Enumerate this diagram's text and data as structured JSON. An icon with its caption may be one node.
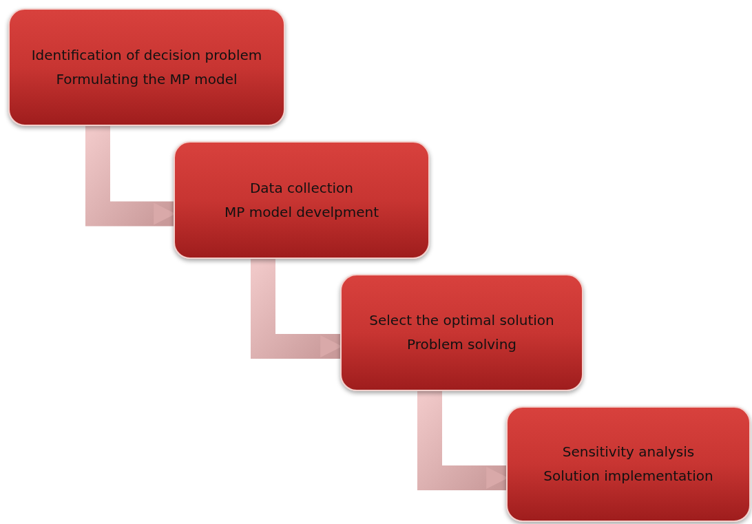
{
  "diagram": {
    "nodes": [
      {
        "text": [
          "Identification of decision problem",
          "Formulating the MP model"
        ]
      },
      {
        "text": [
          "Data collection",
          "MP model develpment"
        ]
      },
      {
        "text": [
          "Select the optimal solution",
          "Problem solving"
        ]
      },
      {
        "text": [
          "Sensitivity analysis",
          "Solution implementation"
        ]
      }
    ],
    "edges": [
      {
        "from": 0,
        "to": 1,
        "arrow": "to",
        "style": "thick"
      },
      {
        "from": 1,
        "to": 2,
        "arrow": "to",
        "style": "thick"
      },
      {
        "from": 2,
        "to": 3,
        "arrow": "to",
        "style": "thick"
      }
    ]
  }
}
